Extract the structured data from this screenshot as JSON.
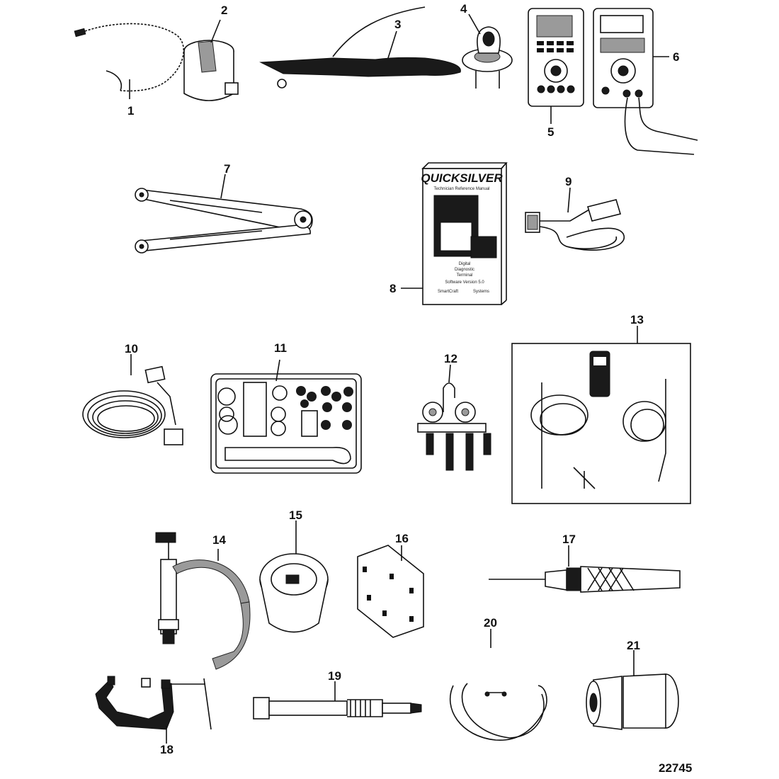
{
  "callouts": [
    "1",
    "2",
    "3",
    "4",
    "5",
    "6",
    "7",
    "8",
    "9",
    "10",
    "11",
    "12",
    "13",
    "14",
    "15",
    "16",
    "17",
    "18",
    "19",
    "20",
    "21"
  ],
  "figure_number": "22745",
  "manual": {
    "brand": "QUICKSILVER",
    "title": "Technician Reference Manual",
    "line1": "Digital",
    "line2": "Diagnostic",
    "line3": "Terminal",
    "version": "Software Version 5.0",
    "footer_left": "SmartCraft",
    "footer_right": "Systems"
  }
}
